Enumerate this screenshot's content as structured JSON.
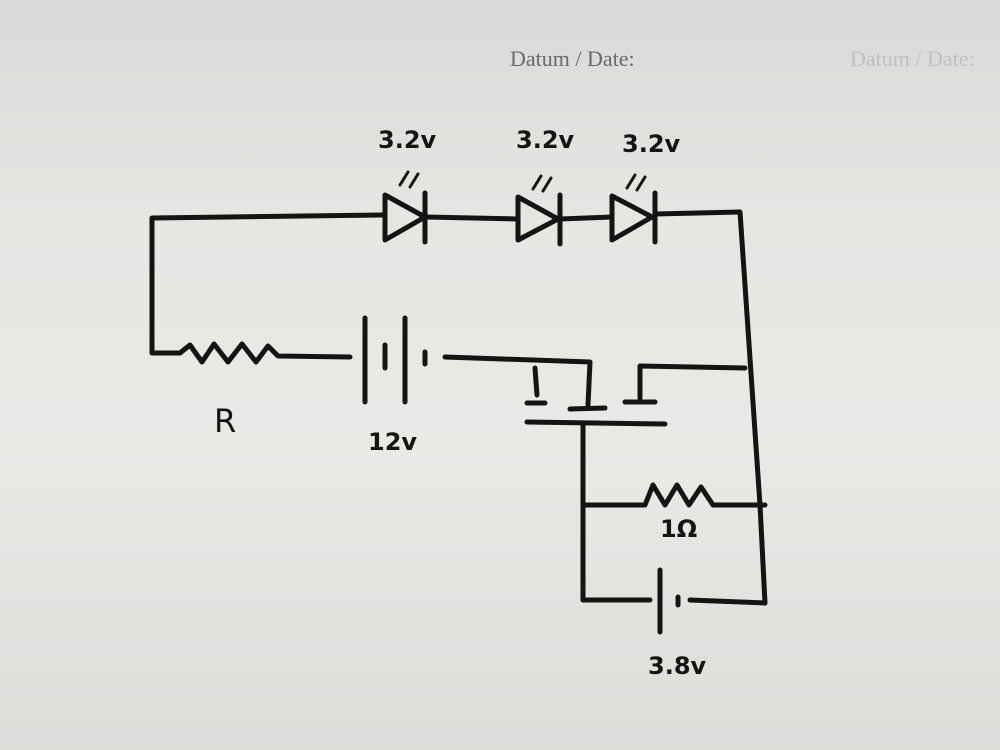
{
  "header": {
    "date_label": "Datum / Date:",
    "date_label_faded": "Datum / Date:"
  },
  "diagram": {
    "leds": [
      {
        "label": "3.2v"
      },
      {
        "label": "3.2v"
      },
      {
        "label": "3.2v"
      }
    ],
    "resistor_r": {
      "label": "R"
    },
    "battery_main": {
      "label": "12v"
    },
    "resistor_small": {
      "label": "1Ω"
    },
    "battery_small": {
      "label": "3.8v"
    }
  }
}
